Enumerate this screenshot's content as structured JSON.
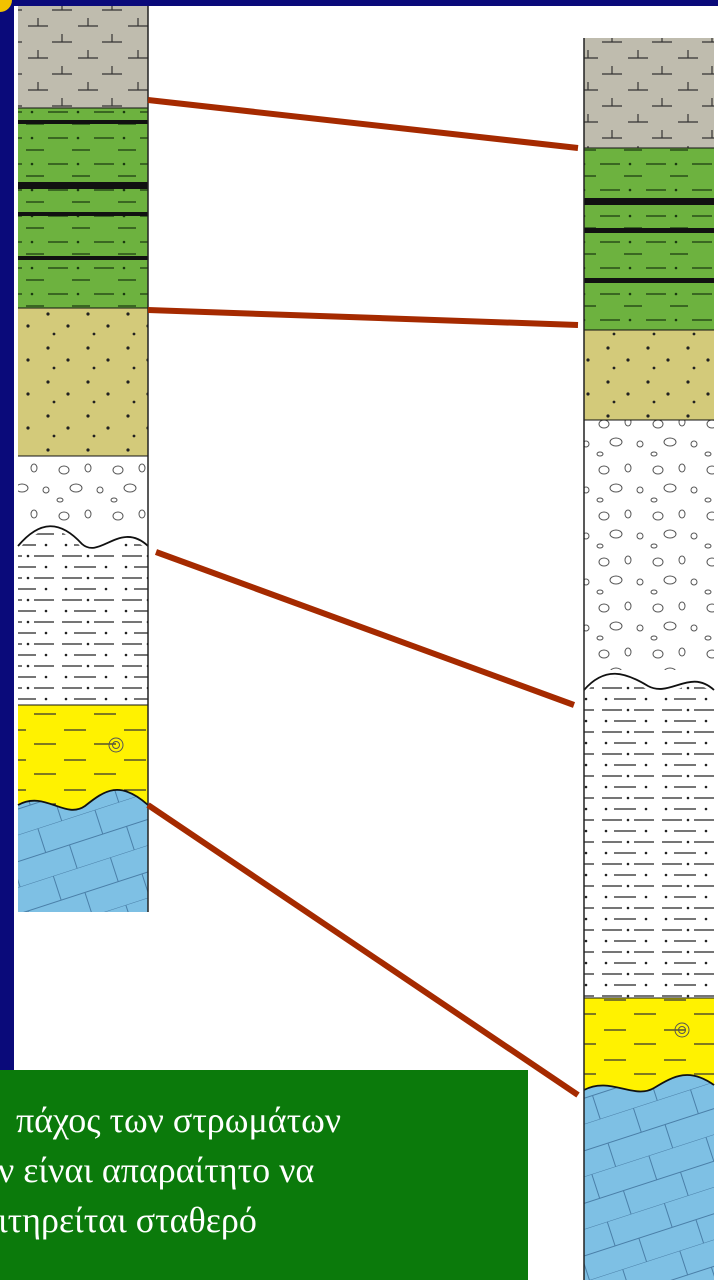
{
  "colors": {
    "background": "#0a0a7a",
    "limestone_gray": "#bfbcae",
    "shale_green": "#6db23f",
    "sandstone_khaki": "#d3ca7a",
    "conglomerate_white": "#ffffff",
    "siltstone_white": "#ffffff",
    "fossil_yellow": "#fff200",
    "basement_blue": "#7ec0e4",
    "correlation_line": "#a52a00",
    "caption_bg": "#0b7a0b",
    "caption_text": "#ffffff"
  },
  "layer_sequence_top_to_bottom": [
    "limestone",
    "shale with coal seams",
    "sandstone",
    "conglomerate",
    "calcareous siltstone",
    "fossiliferous shale",
    "basement limestone"
  ],
  "caption": {
    "line1": "πάχος των στρωμάτων",
    "line2": "ν είναι απαραίτητο να",
    "line3": "ιτηρείται σταθερό"
  }
}
